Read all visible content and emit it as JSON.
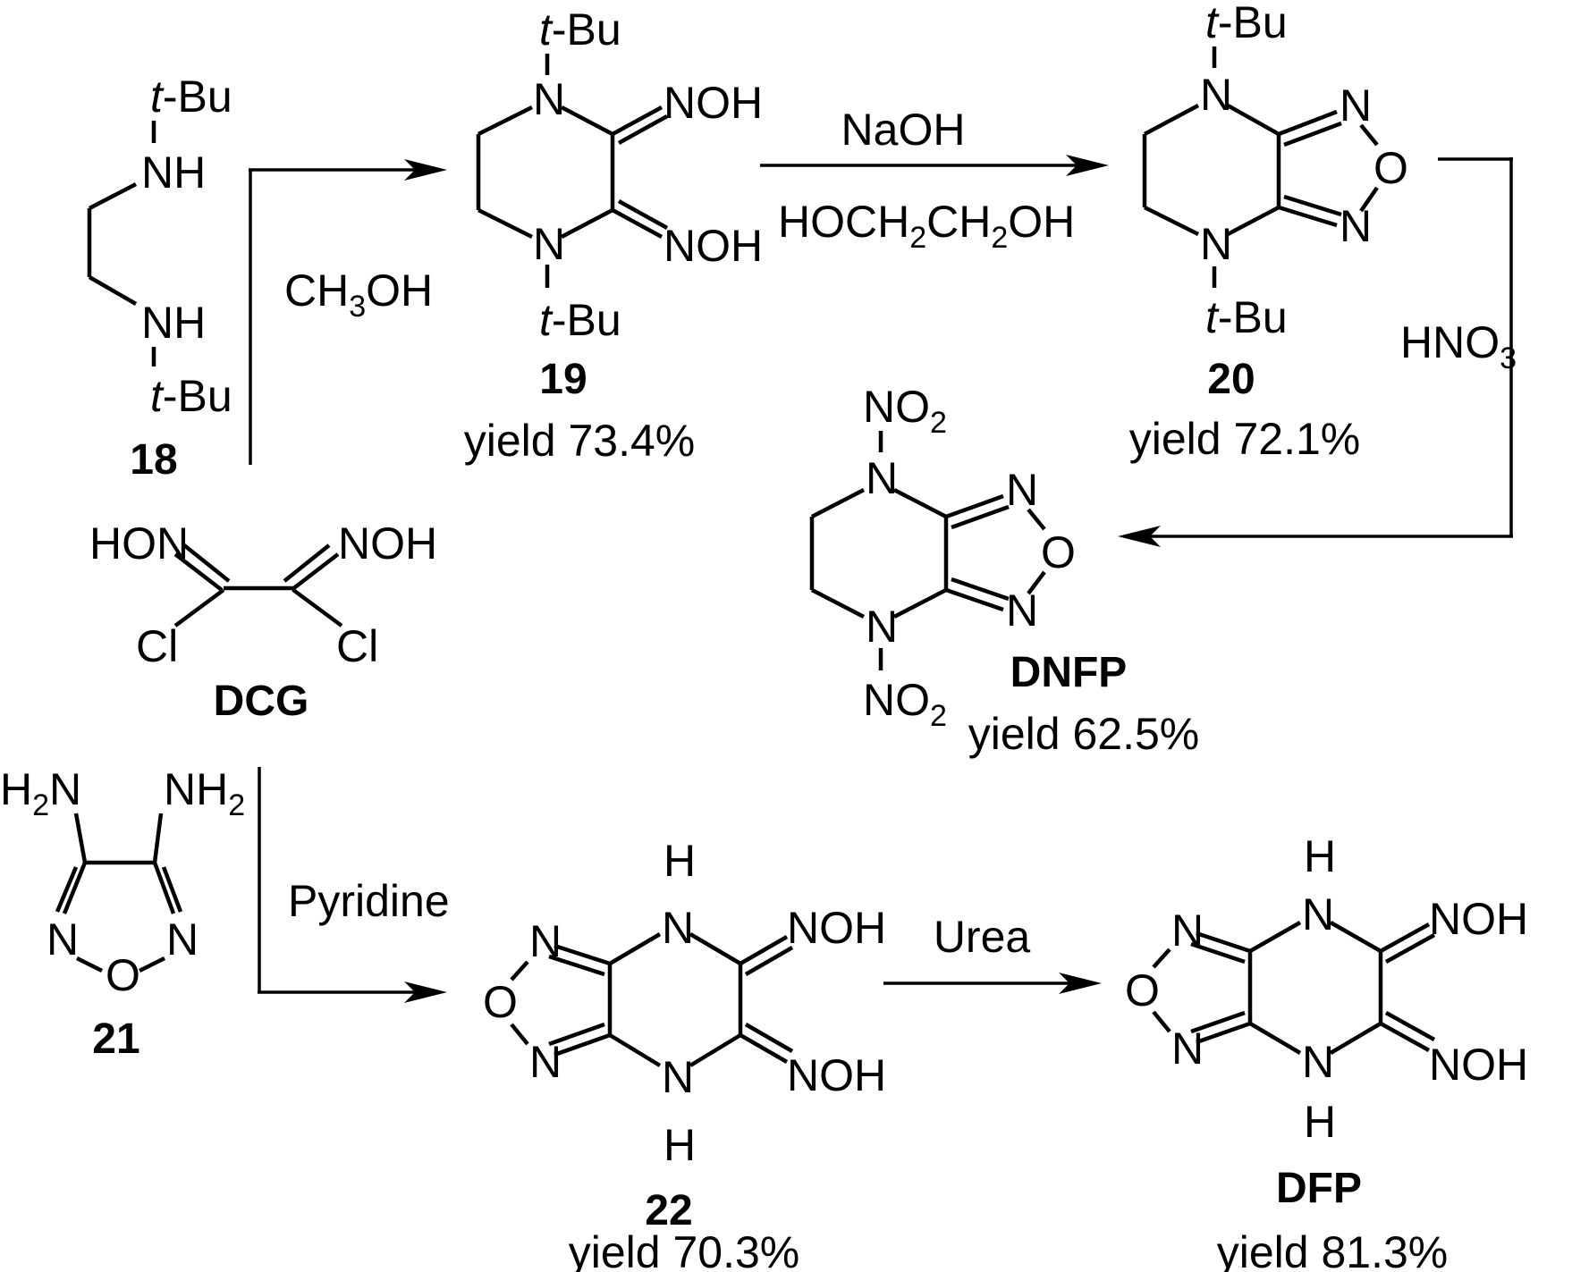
{
  "groups": {
    "tbu": "t",
    "tbu_rest": "-Bu",
    "nh": "NH",
    "n": "N",
    "o": "O",
    "h": "H",
    "noh": "NOH",
    "hon": "HON",
    "cl": "Cl",
    "no2_main": "NO",
    "no2_sub": "2",
    "nh2_main": "NH",
    "nh2_sub": "2",
    "h2n_pre": "H",
    "h2n_sub": "2",
    "h2n_post": "N"
  },
  "compounds": {
    "c18": {
      "label": "18"
    },
    "c19": {
      "label": "19",
      "yield": "yield 73.4%"
    },
    "c20": {
      "label": "20",
      "yield": "yield 72.1%"
    },
    "dnfp": {
      "label": "DNFP",
      "yield": "yield 62.5%"
    },
    "dcg": {
      "label": "DCG"
    },
    "c21": {
      "label": "21"
    },
    "c22": {
      "label": "22",
      "yield": "yield 70.3%"
    },
    "dfp": {
      "label": "DFP",
      "yield": "yield 81.3%"
    }
  },
  "reagents": {
    "methanol": {
      "main": "CH",
      "sub": "3",
      "tail": "OH"
    },
    "naoh": "NaOH",
    "glycol": {
      "p1": "HOCH",
      "s1": "2",
      "p2": "CH",
      "s2": "2",
      "p3": "OH"
    },
    "nitric": {
      "main": "HNO",
      "sub": "3"
    },
    "pyridine": "Pyridine",
    "urea": "Urea"
  }
}
